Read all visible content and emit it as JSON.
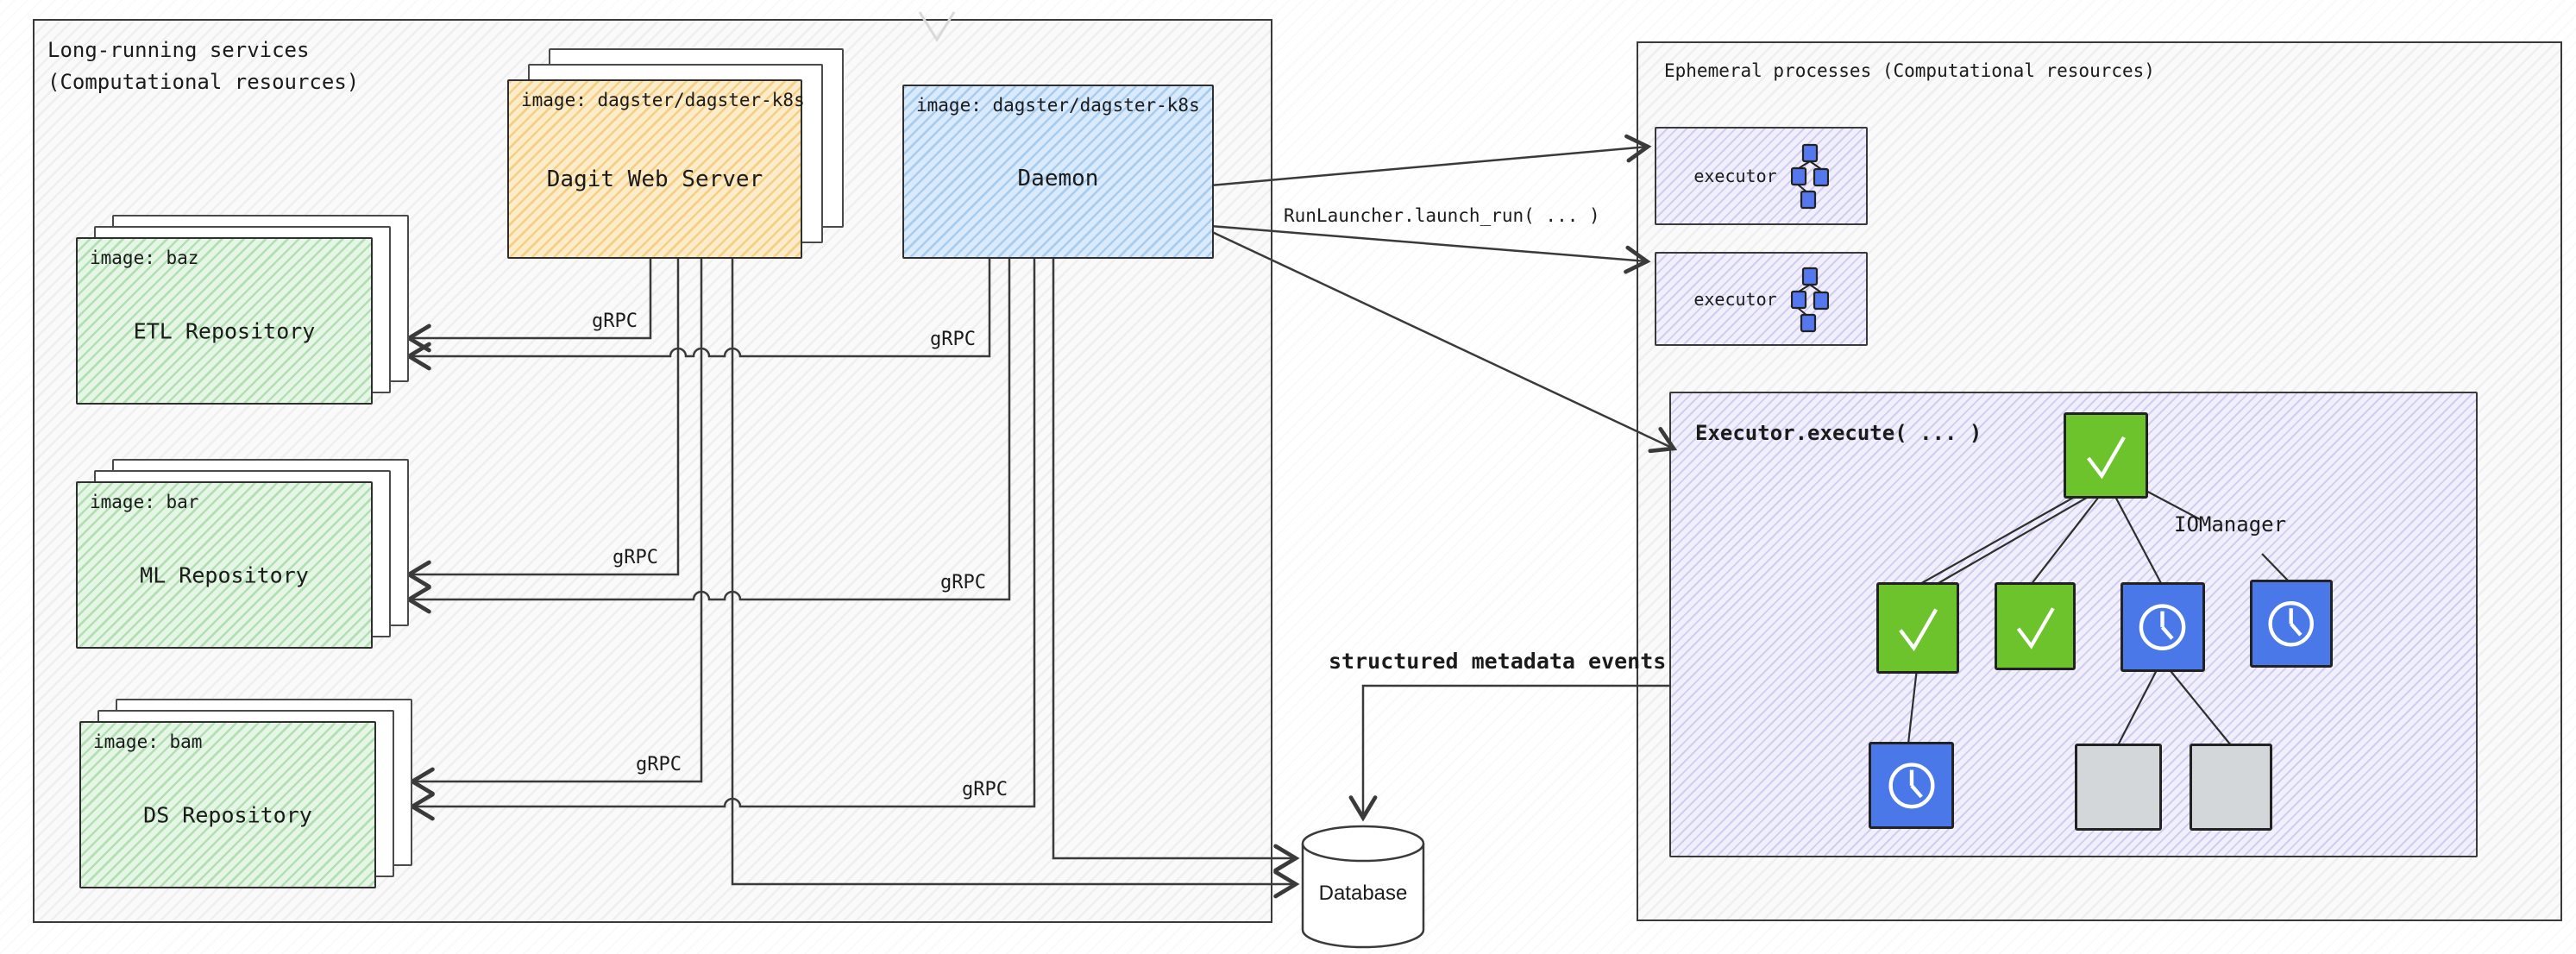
{
  "left_panel": {
    "label": "Long-running services\n(Computational resources)"
  },
  "repos": [
    {
      "image_label": "image: baz",
      "name": "ETL Repository"
    },
    {
      "image_label": "image: bar",
      "name": "ML Repository"
    },
    {
      "image_label": "image: bam",
      "name": "DS Repository"
    }
  ],
  "dagit": {
    "image_label": "image: dagster/dagster-k8s",
    "name": "Dagit Web Server"
  },
  "daemon": {
    "image_label": "image: dagster/dagster-k8s",
    "name": "Daemon"
  },
  "right_panel": {
    "label": "Ephemeral processes (Computational resources)",
    "executor_label": "executor"
  },
  "executor_panel": {
    "title": "Executor.execute( ... )",
    "io_manager_label": "IOManager"
  },
  "connections": {
    "grpc_label": "gRPC",
    "run_launcher_label": "RunLauncher.launch_run( ... )",
    "metadata_label": "structured metadata events"
  },
  "database": {
    "label": "Database"
  },
  "icons": {
    "check_node": "check-icon",
    "clock_node": "clock-icon",
    "executor_dag": "dag-icon"
  },
  "colors": {
    "stroke": "#3a3a3a",
    "text": "#1b1b1b",
    "container_fill": "#fafafa",
    "page_fill": "#ffffff",
    "repo_fill": "#e6f6e6",
    "repo_hatch": "#b2e0b2",
    "dagit_fill": "#fcecc9",
    "dagit_hatch": "#f5cf85",
    "daemon_fill": "#d9eafc",
    "daemon_hatch": "#a9cdef",
    "panel_fill": "#f0effb",
    "panel_hatch": "#cfcdf0",
    "node_green": "#6cc32c",
    "node_blue": "#4b78e8",
    "node_gray": "#d4d7d9",
    "db_fill": "#ffffff"
  }
}
